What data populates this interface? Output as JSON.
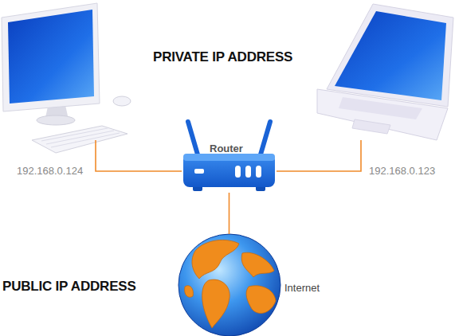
{
  "diagram": {
    "nodes": [
      {
        "text": [
          "192.168.0.124"
        ]
      },
      {
        "text": [
          "192.168.0.123"
        ]
      },
      {
        "text": [
          "Router"
        ]
      },
      {
        "text": [
          "Internet"
        ]
      }
    ],
    "edges": [
      {
        "from": 0,
        "to": 2,
        "arrow": "none"
      },
      {
        "from": 1,
        "to": 2,
        "arrow": "none"
      },
      {
        "from": 2,
        "to": 3,
        "arrow": "none"
      }
    ],
    "labels": [
      "PRIVATE IP ADDRESS",
      "PUBLIC IP ADDRESS"
    ]
  }
}
